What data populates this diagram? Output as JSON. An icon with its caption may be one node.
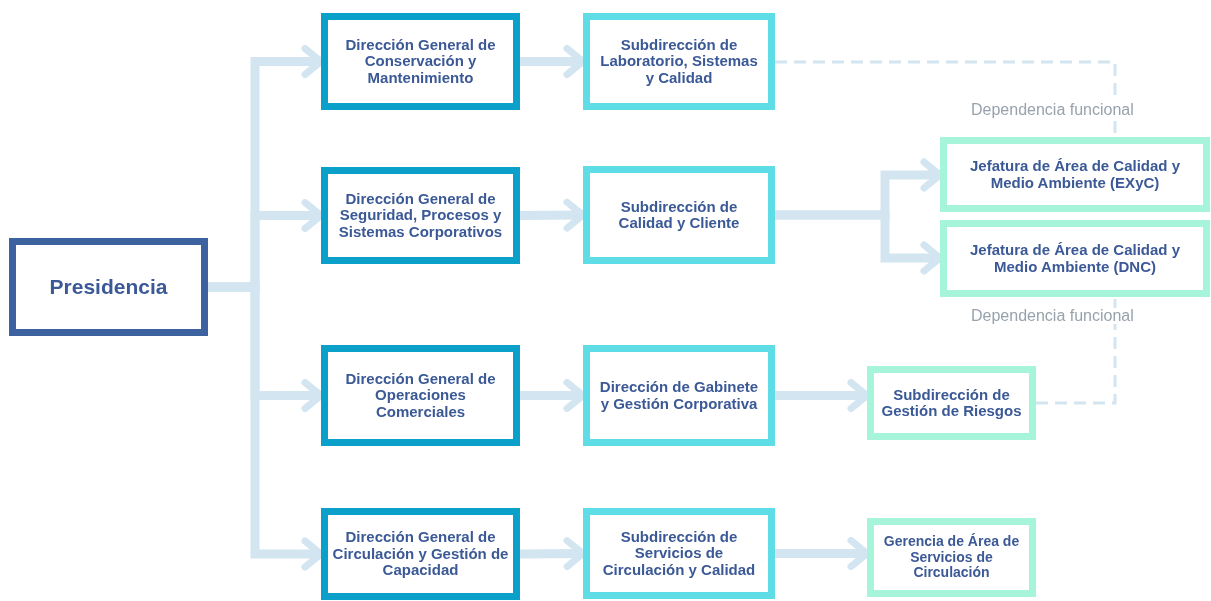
{
  "diagram": {
    "nodes": [
      {
        "text": [
          "Presidencia"
        ]
      },
      {
        "text": [
          "Dirección General de Conservación y Mantenimiento"
        ]
      },
      {
        "text": [
          "Dirección General de Seguridad, Procesos y Sistemas Corporativos"
        ]
      },
      {
        "text": [
          "Dirección General de Operaciones Comerciales"
        ]
      },
      {
        "text": [
          "Dirección General de Circulación y Gestión de Capacidad"
        ]
      },
      {
        "text": [
          "Subdirección de Laboratorio, Sistemas y Calidad"
        ]
      },
      {
        "text": [
          "Subdirección de Calidad y Cliente"
        ]
      },
      {
        "text": [
          "Dirección de Gabinete y Gestión Corporativa"
        ]
      },
      {
        "text": [
          "Subdirección de Servicios de Circulación y Calidad"
        ]
      },
      {
        "text": [
          "Jefatura de Área de Calidad y Medio Ambiente (EXyC)"
        ]
      },
      {
        "text": [
          "Jefatura de Área de Calidad y Medio Ambiente (DNC)"
        ]
      },
      {
        "text": [
          "Subdirección de Gestión de Riesgos"
        ]
      },
      {
        "text": [
          "Gerencia de Área de Servicios de Circulación"
        ]
      }
    ],
    "edges": [
      {
        "from": 0,
        "to": 1,
        "arrow": "to"
      },
      {
        "from": 0,
        "to": 2,
        "arrow": "to"
      },
      {
        "from": 0,
        "to": 3,
        "arrow": "to"
      },
      {
        "from": 0,
        "to": 4,
        "arrow": "to"
      },
      {
        "from": 1,
        "to": 5,
        "arrow": "to"
      },
      {
        "from": 2,
        "to": 6,
        "arrow": "to"
      },
      {
        "from": 3,
        "to": 7,
        "arrow": "to"
      },
      {
        "from": 4,
        "to": 8,
        "arrow": "to"
      },
      {
        "from": 6,
        "to": 9,
        "arrow": "to"
      },
      {
        "from": 6,
        "to": 10,
        "arrow": "to"
      },
      {
        "from": 7,
        "to": 11,
        "arrow": "to"
      },
      {
        "from": 8,
        "to": 12,
        "arrow": "to"
      },
      {
        "from": 5,
        "to": 9,
        "arrow": "none",
        "style": "dashed",
        "label": "Dependencia funcional"
      },
      {
        "from": 11,
        "to": 10,
        "arrow": "none",
        "style": "dashed",
        "label": "Dependencia funcional"
      }
    ]
  }
}
